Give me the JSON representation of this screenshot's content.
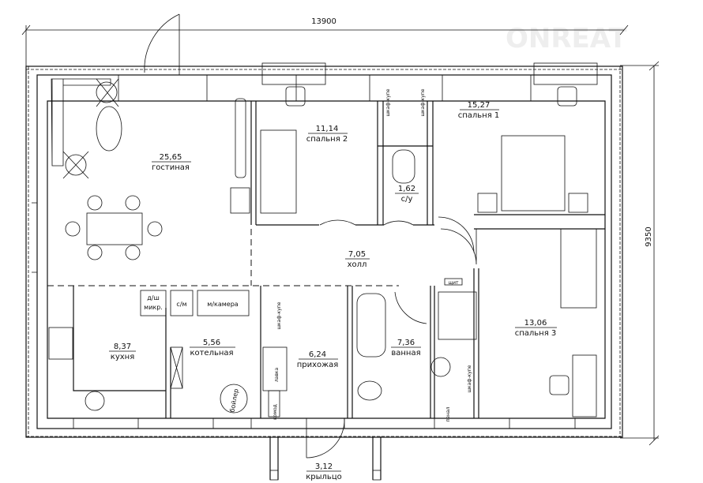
{
  "dimensions": {
    "width": "13900",
    "height": "9350"
  },
  "watermark": "ONREAT",
  "rooms": [
    {
      "id": "living",
      "area": "25,65",
      "name": "гостиная"
    },
    {
      "id": "bed2",
      "area": "11,14",
      "name": "спальня 2"
    },
    {
      "id": "wc",
      "area": "1,62",
      "name": "с/у"
    },
    {
      "id": "bed1",
      "area": "15,27",
      "name": "спальня 1"
    },
    {
      "id": "hall",
      "area": "7,05",
      "name": "холл"
    },
    {
      "id": "kitchen",
      "area": "8,37",
      "name": "кухня"
    },
    {
      "id": "boiler_room",
      "area": "5,56",
      "name": "котельная"
    },
    {
      "id": "entry",
      "area": "6,24",
      "name": "прихожая"
    },
    {
      "id": "bath",
      "area": "7,36",
      "name": "ванная"
    },
    {
      "id": "bed3",
      "area": "13,06",
      "name": "спальня 3"
    },
    {
      "id": "porch",
      "area": "3,12",
      "name": "крыльцо"
    }
  ],
  "fixtures": {
    "wardrobe": "шкаф-купе",
    "dishwasher": "д/ш",
    "microwave": "микр.",
    "washer": "с/м",
    "freezer": "м/камера",
    "boiler": "бойлер",
    "bench": "лавка",
    "dresser": "комод",
    "panel": "щит",
    "cabinet": "пенал"
  }
}
